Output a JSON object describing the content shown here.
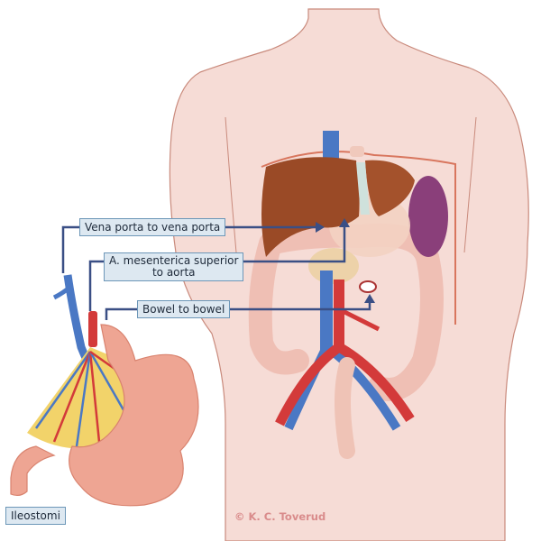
{
  "figure": {
    "subject": "Intestinal transplantation anatomy",
    "colors": {
      "skin": "#f6dcd6",
      "skin_outline": "#c98a7c",
      "liver": "#9a4a26",
      "spleen": "#8a3f7a",
      "vein": "#4a78c4",
      "artery": "#d33a3a",
      "bowel": "#eea593",
      "mesentery": "#f2d36a",
      "leader_line": "#3a4f85",
      "label_bg": "#dde8f1",
      "label_border": "#6d97b8"
    }
  },
  "labels": {
    "vena_porta": "Vena porta to vena porta",
    "sma_line1": "A. mesenterica superior",
    "sma_line2": "to aorta",
    "bowel": "Bowel to bowel",
    "ileostomy": "Ileostomi"
  },
  "credit": "© K. C. Toverud"
}
